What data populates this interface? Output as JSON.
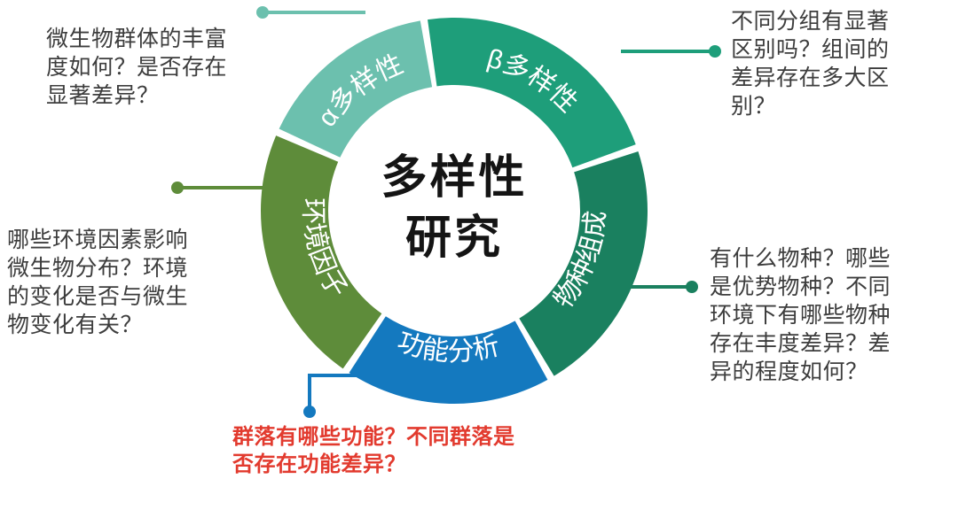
{
  "center": {
    "line1": "多样性",
    "line2": "研究"
  },
  "wheel": {
    "segments": [
      {
        "key": "alpha",
        "label": "α多样性",
        "color": "#6CC0AE",
        "start_deg": -66,
        "end_deg": -9,
        "label_color": "#ffffff"
      },
      {
        "key": "beta",
        "label": "β多样性",
        "color": "#1E9E7A",
        "start_deg": -9,
        "end_deg": 71,
        "label_color": "#ffffff"
      },
      {
        "key": "species",
        "label": "物种组成",
        "color": "#1A805F",
        "start_deg": 71,
        "end_deg": 150,
        "label_color": "#ffffff"
      },
      {
        "key": "function",
        "label": "功能分析",
        "color": "#1479BF",
        "start_deg": 150,
        "end_deg": 214,
        "label_color": "#ffffff"
      },
      {
        "key": "environment",
        "label": "环境因子",
        "color": "#5E8C3A",
        "start_deg": 214,
        "end_deg": 294,
        "label_color": "#ffffff"
      }
    ]
  },
  "annotations": [
    {
      "key": "alpha",
      "text": "微生物群体的丰富\n度如何？是否存在\n显著差异？",
      "color": "#3d3d3d",
      "connector_color": "#6CC0AE"
    },
    {
      "key": "beta",
      "text": "不同分组有显著\n区别吗？组间的\n差异存在多大区\n别？",
      "color": "#3d3d3d",
      "connector_color": "#1E9E7A"
    },
    {
      "key": "environment",
      "text": "哪些环境因素影响\n微生物分布？环境\n的变化是否与微生\n物变化有关？",
      "color": "#3d3d3d",
      "connector_color": "#5E8C3A"
    },
    {
      "key": "species",
      "text": "有什么物种？哪些\n是优势物种？不同\n环境下有哪些物种\n存在丰度差异？差\n异的程度如何？",
      "color": "#3d3d3d",
      "connector_color": "#1A805F"
    },
    {
      "key": "function",
      "text": "群落有哪些功能？不同群落是\n否存在功能差异？",
      "color": "#e23a2e",
      "connector_color": "#1479BF"
    }
  ]
}
